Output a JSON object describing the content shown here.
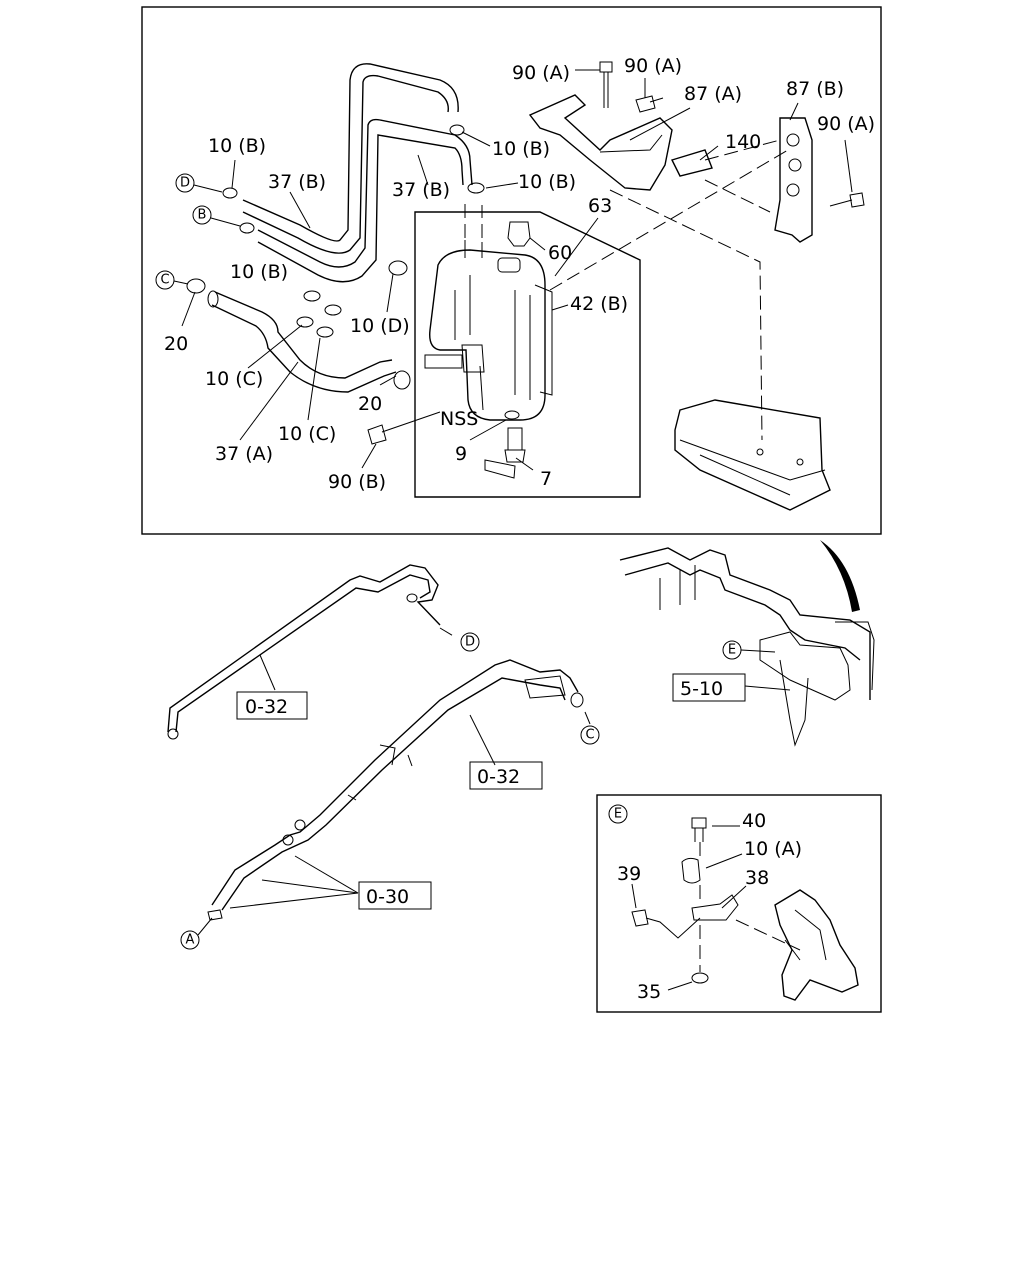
{
  "diagram": {
    "top_labels": [
      {
        "id": "lbl-90a-1",
        "text": "90 (A)"
      },
      {
        "id": "lbl-90a-2",
        "text": "90 (A)"
      },
      {
        "id": "lbl-87a",
        "text": "87 (A)"
      },
      {
        "id": "lbl-87b",
        "text": "87 (B)"
      },
      {
        "id": "lbl-90a-3",
        "text": "90 (A)"
      },
      {
        "id": "lbl-140",
        "text": "140"
      },
      {
        "id": "lbl-10b-1",
        "text": "10 (B)"
      },
      {
        "id": "lbl-37b-1",
        "text": "37 (B)"
      },
      {
        "id": "lbl-10b-2",
        "text": "10 (B)"
      },
      {
        "id": "lbl-37b-2",
        "text": "37 (B)"
      },
      {
        "id": "lbl-10b-3",
        "text": "10 (B)"
      },
      {
        "id": "lbl-63",
        "text": "63"
      },
      {
        "id": "lbl-10b-4",
        "text": "10 (B)"
      },
      {
        "id": "lbl-60",
        "text": "60"
      },
      {
        "id": "lbl-42b",
        "text": "42 (B)"
      },
      {
        "id": "lbl-20-1",
        "text": "20"
      },
      {
        "id": "lbl-10d",
        "text": "10 (D)"
      },
      {
        "id": "lbl-10c-1",
        "text": "10 (C)"
      },
      {
        "id": "lbl-20-2",
        "text": "20"
      },
      {
        "id": "lbl-nss",
        "text": "NSS"
      },
      {
        "id": "lbl-37a",
        "text": "37 (A)"
      },
      {
        "id": "lbl-10c-2",
        "text": "10 (C)"
      },
      {
        "id": "lbl-9",
        "text": "9"
      },
      {
        "id": "lbl-7",
        "text": "7"
      },
      {
        "id": "lbl-90b",
        "text": "90 (B)"
      }
    ],
    "circle_markers": {
      "d_top": "D",
      "b_top": "B",
      "c_top": "C",
      "d_mid": "D",
      "c_mid": "C",
      "a_mid": "A",
      "e_mid": "E",
      "e_box": "E"
    },
    "ref_boxes": {
      "ref_032_a": "0-32",
      "ref_032_b": "0-32",
      "ref_030": "0-30",
      "ref_510": "5-10"
    },
    "detail_labels": {
      "l40": "40",
      "l10a": "10 (A)",
      "l39": "39",
      "l38": "38",
      "l35": "35"
    }
  }
}
